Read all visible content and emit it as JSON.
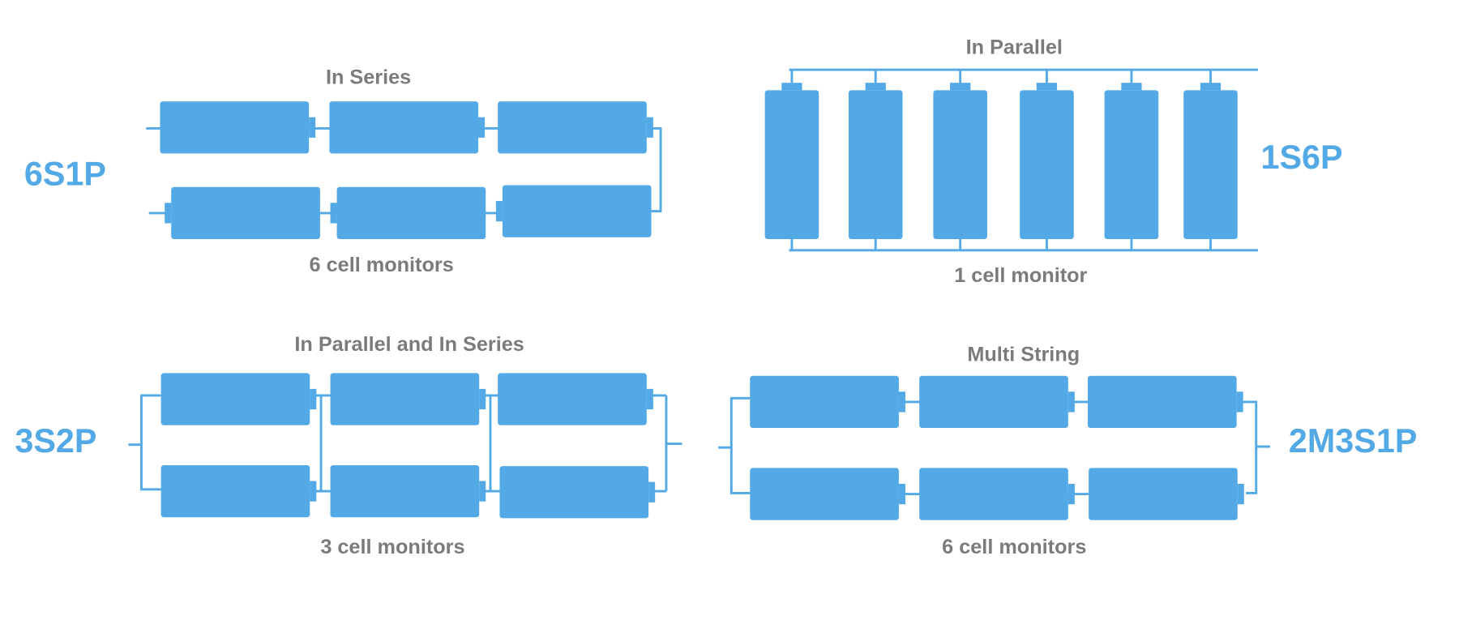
{
  "colors": {
    "cell": "#52a9e6",
    "text": "#7b7b7b"
  },
  "panels": {
    "series": {
      "title": "In Series",
      "code": "6S1P",
      "monitors": "6 cell monitors"
    },
    "parallel": {
      "title": "In Parallel",
      "code": "1S6P",
      "monitors": "1 cell monitor"
    },
    "parallel_series": {
      "title": "In Parallel and In Series",
      "code": "3S2P",
      "monitors": "3 cell monitors"
    },
    "multi_string": {
      "title": "Multi String",
      "code": "2M3S1P",
      "monitors": "6 cell monitors"
    }
  }
}
